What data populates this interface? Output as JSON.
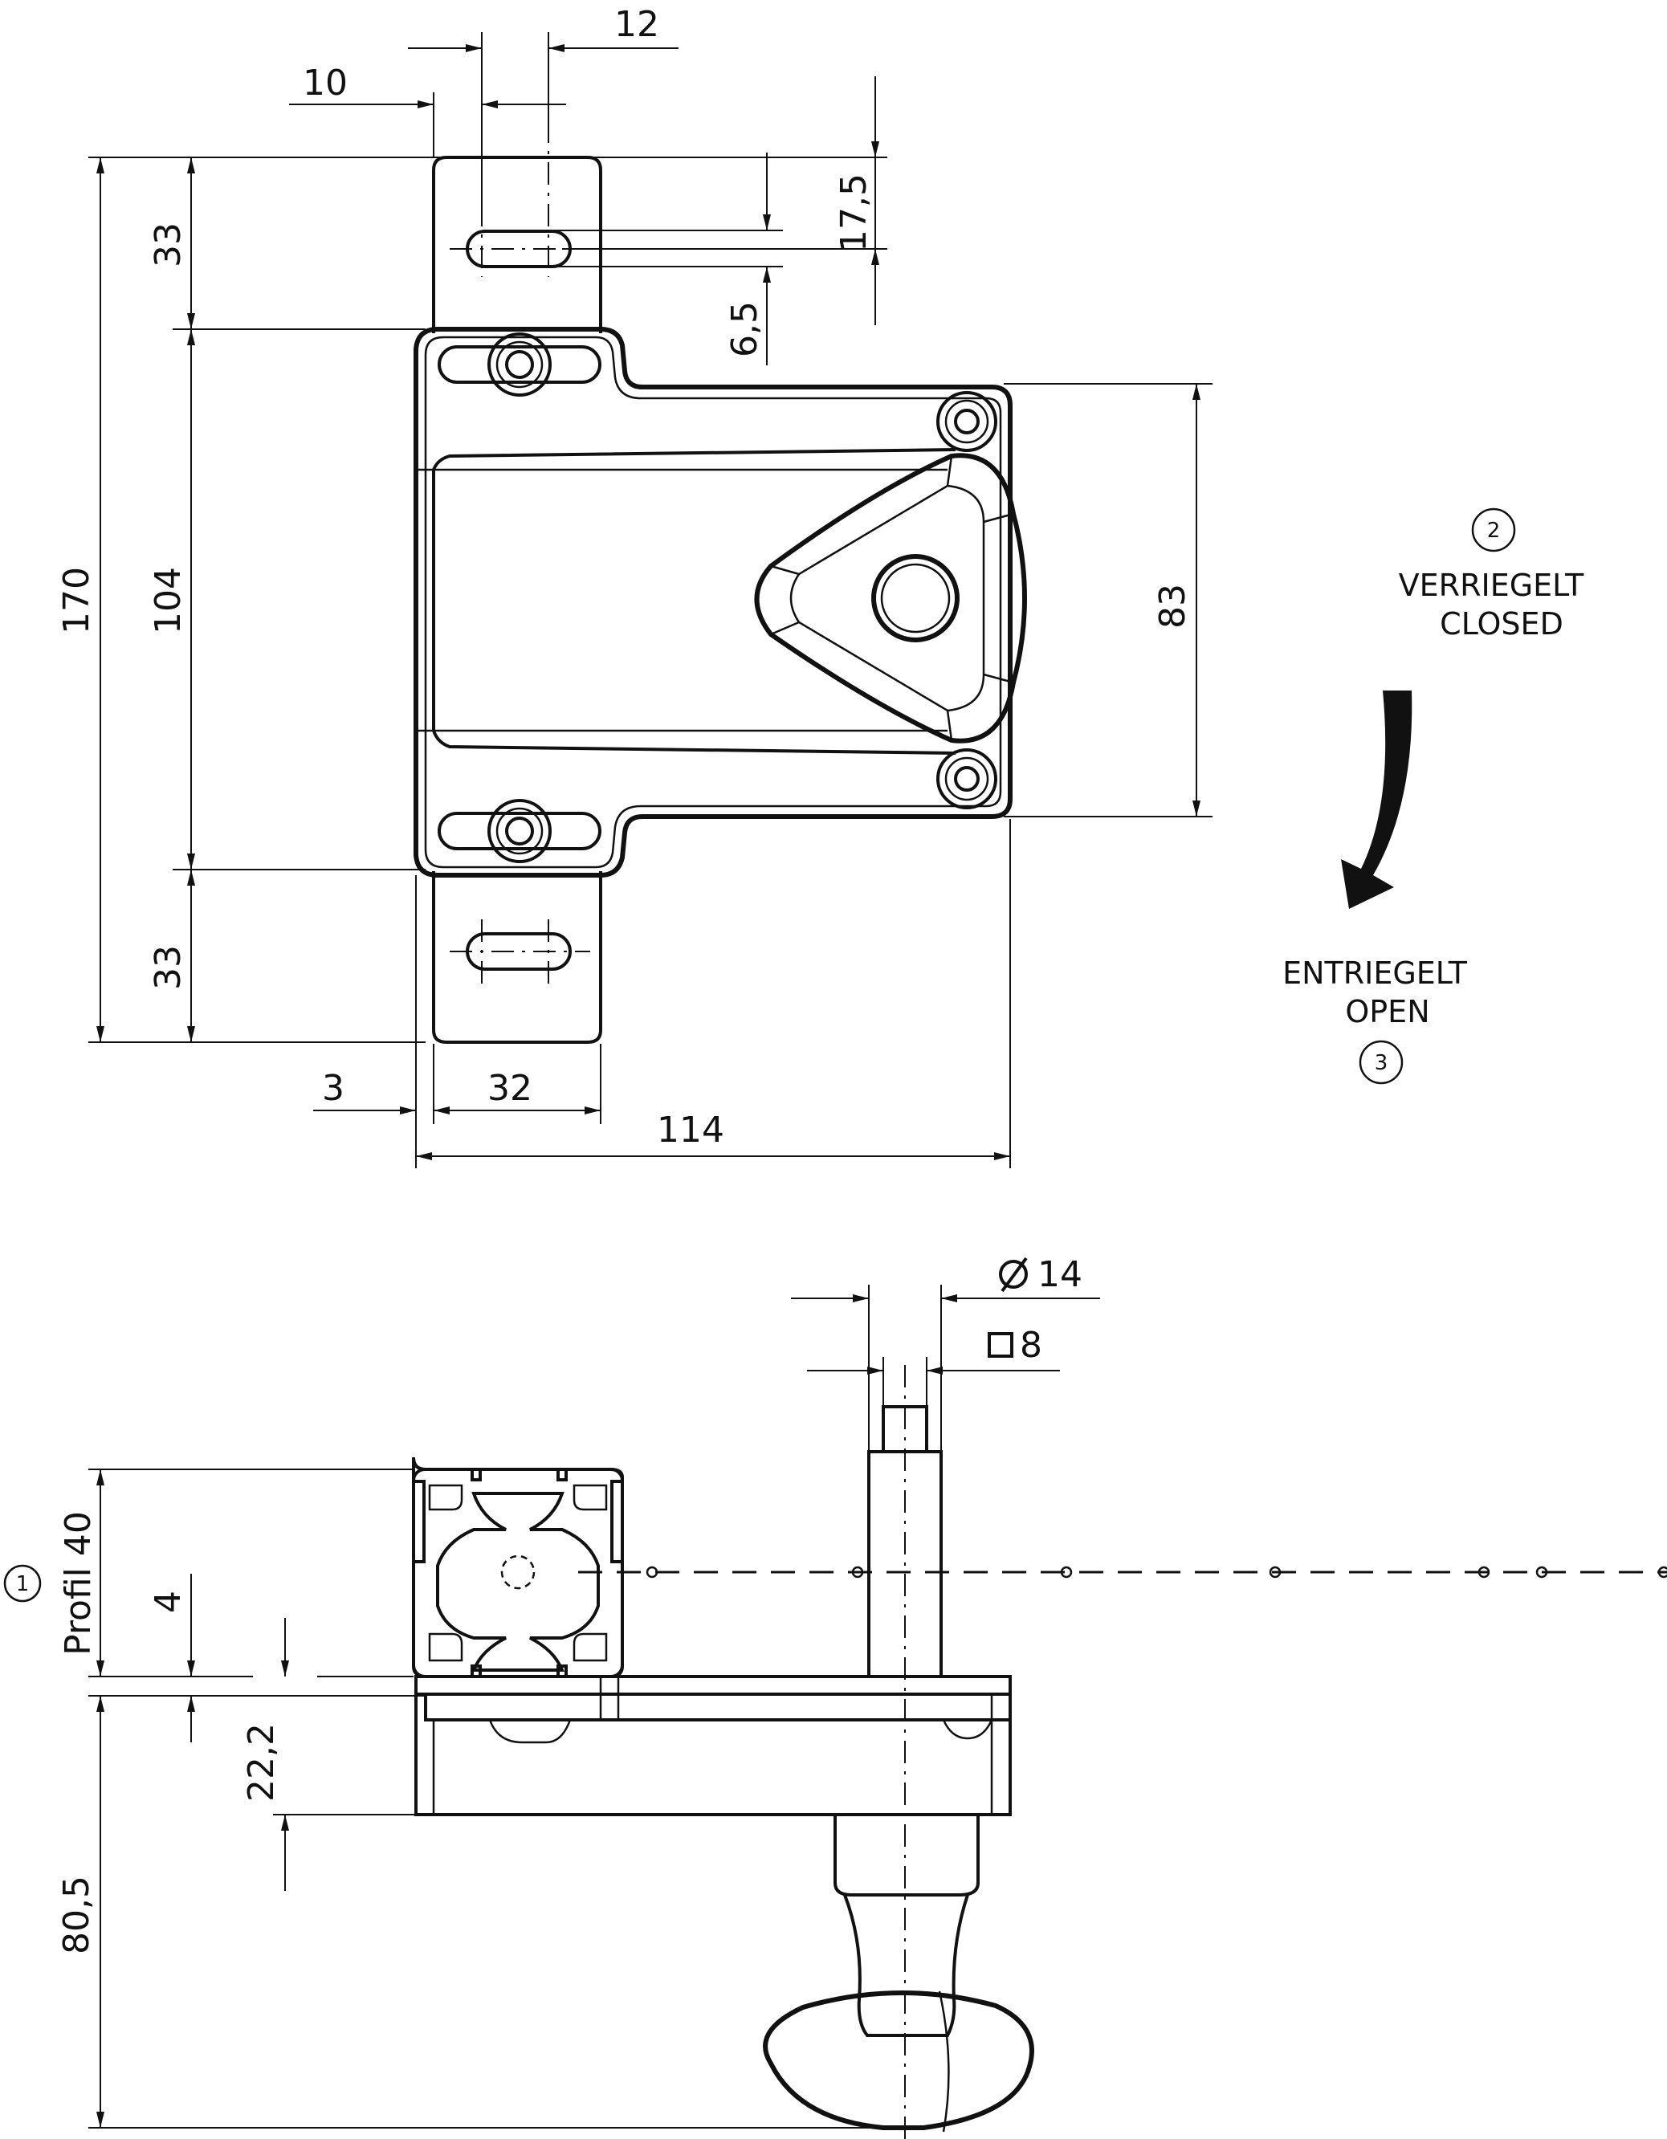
{
  "drawing": {
    "top_view": {
      "dims": {
        "d12": "12",
        "d10": "10",
        "d17_5": "17,5",
        "d6_5": "6,5",
        "d33_top": "33",
        "d104": "104",
        "d170": "170",
        "d33_bottom": "33",
        "d83": "83",
        "d3": "3",
        "d32": "32",
        "d114": "114"
      }
    },
    "states": {
      "closed": {
        "number": "2",
        "label_de": "VERRIEGELT",
        "label_en": "CLOSED"
      },
      "open": {
        "number": "3",
        "label_de": "ENTRIEGELT",
        "label_en": "OPEN"
      }
    },
    "side_view": {
      "dims": {
        "diameter": "14",
        "square": "8",
        "profile_number": "1",
        "profile_label": "Profil 40",
        "d4": "4",
        "d22_2": "22,2",
        "d80_5": "80,5"
      }
    }
  }
}
